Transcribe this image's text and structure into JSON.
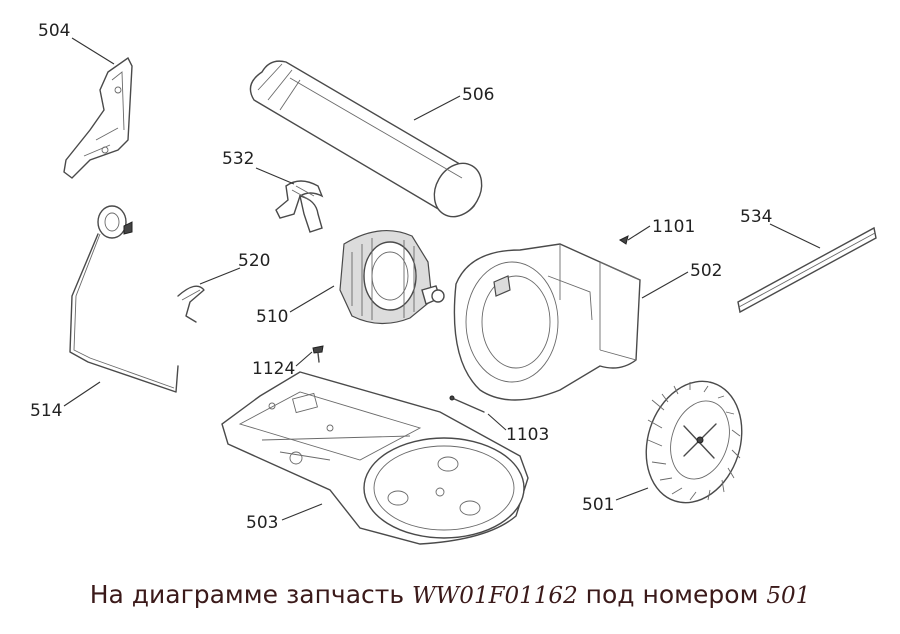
{
  "labels": {
    "l504": "504",
    "l506": "506",
    "l532": "532",
    "l1101": "1101",
    "l534": "534",
    "l520": "520",
    "l502": "502",
    "l510": "510",
    "l1124": "1124",
    "l514": "514",
    "l1103": "1103",
    "l501": "501",
    "l503": "503"
  },
  "caption": {
    "prefix": "На диаграмме запчасть",
    "part_code": "WW01F01162",
    "middle": "под номером",
    "part_number": "501"
  }
}
